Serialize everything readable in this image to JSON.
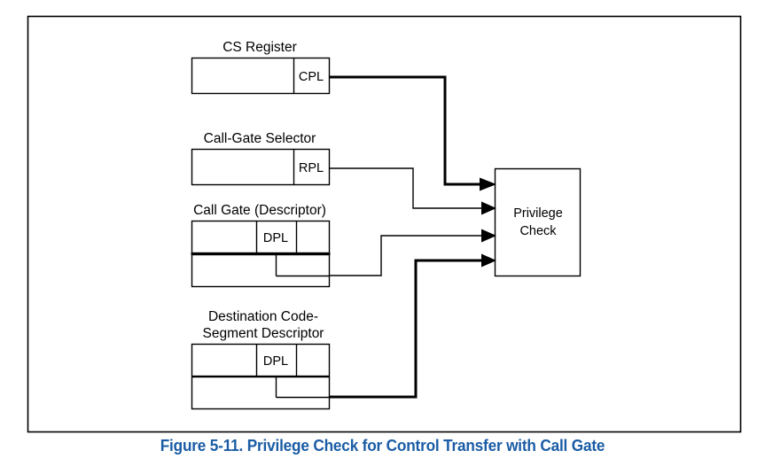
{
  "figure": {
    "caption": "Figure 5-11.  Privilege Check for Control Transfer with Call Gate",
    "caption_color": "#1a5ca5",
    "frame": {
      "stroke": "#000000"
    }
  },
  "nodes": {
    "cs_register": {
      "label": "CS Register",
      "field_label": "CPL"
    },
    "call_gate_selector": {
      "label": "Call-Gate Selector",
      "field_label": "RPL"
    },
    "call_gate_descriptor": {
      "label": "Call Gate (Descriptor)",
      "field_label": "DPL"
    },
    "destination_code_segment_descriptor": {
      "label_line1": "Destination Code-",
      "label_line2": "Segment Descriptor",
      "field_label": "DPL"
    },
    "privilege_check": {
      "label_line1": "Privilege",
      "label_line2": "Check"
    }
  },
  "connections": [
    {
      "from": "cs_register.CPL",
      "to": "privilege_check",
      "style": "thick"
    },
    {
      "from": "call_gate_selector.RPL",
      "to": "privilege_check",
      "style": "thin"
    },
    {
      "from": "call_gate_descriptor.selector_field",
      "to": "privilege_check",
      "style": "thin"
    },
    {
      "from": "destination_code_segment_descriptor.selector_field",
      "to": "privilege_check",
      "style": "thin"
    }
  ]
}
